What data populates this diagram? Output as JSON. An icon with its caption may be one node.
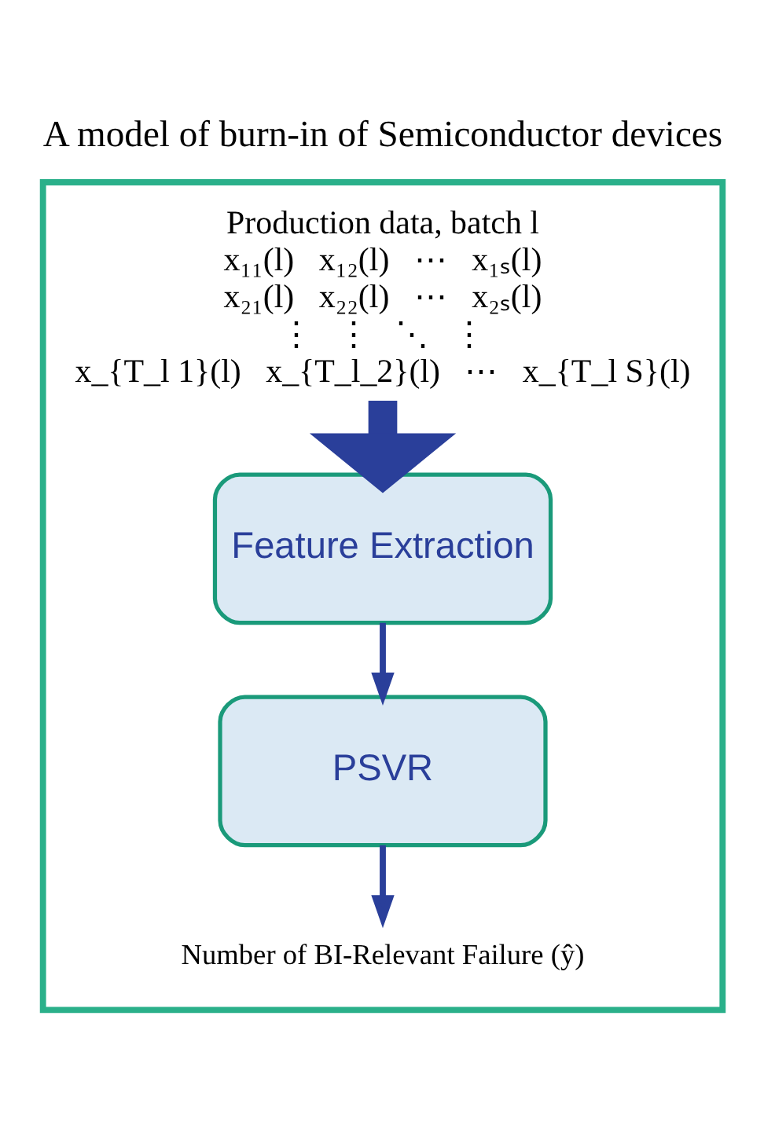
{
  "diagram": {
    "title": "A model of burn-in of Semiconductor devices",
    "nodes": [
      {
        "text": [],
        "shape": "box"
      },
      {
        "text": [
          "Production data, batch l",
          "x₁₁(l)   x₁₂(l)   ⋯   x₁ₛ(l)",
          "x₂₁(l)   x₂₂(l)   ⋯   x₂ₛ(l)",
          "⋮   ⋮   ⋱   ⋮",
          "x_{T_l 1}(l)   x_{T_l_2}(l)   ⋯   x_{T_l S}(l)"
        ],
        "in": 0
      },
      {
        "text": [
          "Feature Extraction"
        ],
        "in": 0
      },
      {
        "text": [
          "PSVR"
        ],
        "in": 0
      },
      {
        "text": [
          "Number of BI-Relevant Failure (ŷ)"
        ],
        "in": 0
      }
    ],
    "edges": [
      {
        "from": 1,
        "to": 2,
        "arrow": "to",
        "style": "thick"
      },
      {
        "from": 2,
        "to": 3,
        "arrow": "to"
      },
      {
        "from": 3,
        "to": 4,
        "arrow": "to"
      }
    ]
  }
}
